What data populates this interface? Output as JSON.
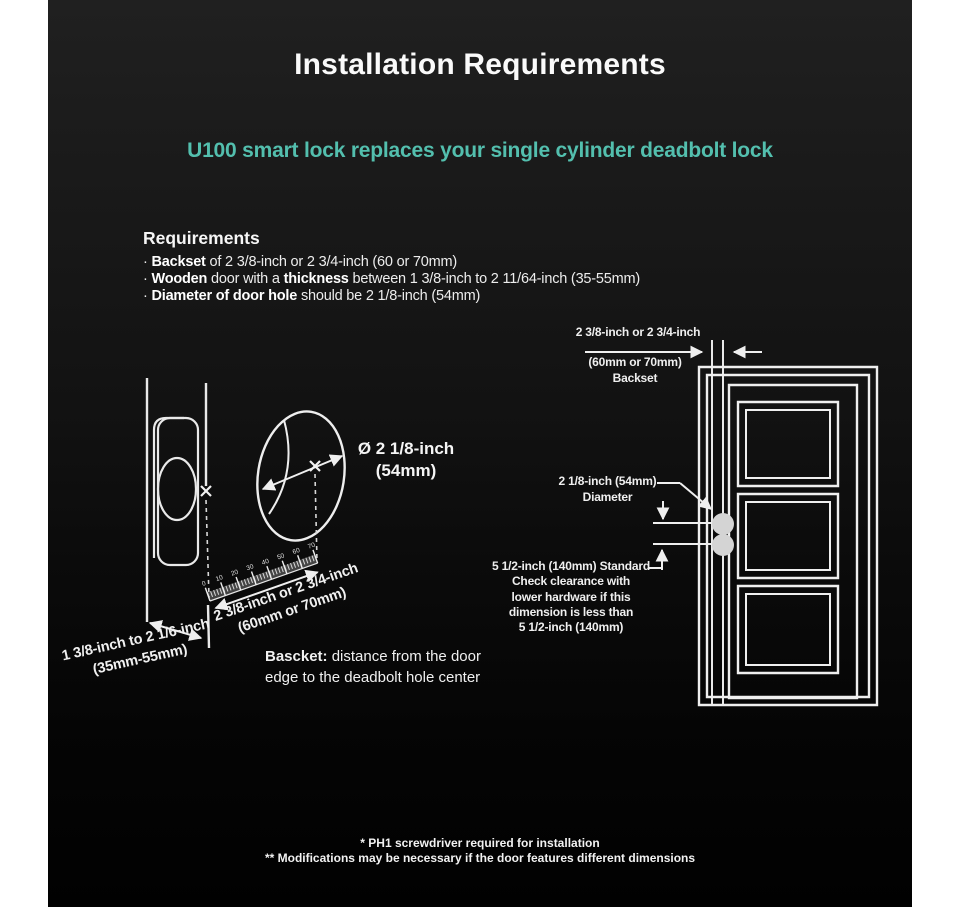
{
  "colors": {
    "page_background": "#ffffff",
    "canvas_background": "#121212",
    "accent_teal": "#53bfae",
    "line_white": "#efefef"
  },
  "header": {
    "title": "Installation Requirements",
    "subtitle": "U100 smart lock replaces your single cylinder deadbolt lock"
  },
  "requirements": {
    "heading": "Requirements",
    "items": [
      [
        "· ",
        "Backset",
        " of 2 3/8-inch or 2 3/4-inch (60 or 70mm)"
      ],
      [
        "· ",
        "Wooden",
        " door with a ",
        "thickness",
        " between 1 3/8-inch to 2 11/64-inch (35-55mm)"
      ],
      [
        "· ",
        "Diameter of door hole",
        " should be 2 1/8-inch (54mm)"
      ]
    ]
  },
  "left_diagram": {
    "hole_diameter_line1": "Ø 2 1/8-inch",
    "hole_diameter_line2": "(54mm)",
    "ruler_numbers": [
      "0",
      "10",
      "20",
      "30",
      "40",
      "50",
      "60",
      "70"
    ],
    "backset_label_line1": "2 3/8-inch or 2 3/4-inch",
    "backset_label_line2": "(60mm or 70mm)",
    "thickness_label_line1": "1 3/8-inch to 2 1/6-inch",
    "thickness_label_line2": "(35mm-55mm)",
    "caption_bold": "Bascket:",
    "caption_line1_rest": " distance from the door",
    "caption_line2": "edge to the deadbolt hole center"
  },
  "right_diagram": {
    "backset_top_label": "2 3/8-inch or 2 3/4-inch",
    "backset_sub_line1": "(60mm or 70mm)",
    "backset_sub_line2": "Backset",
    "diameter_label_line1": "2 1/8-inch (54mm)",
    "diameter_label_line2": "Diameter",
    "clearance_lines": [
      "5 1/2-inch (140mm) Standard",
      "Check clearance with",
      "lower hardware if this",
      "dimension is less than",
      "5 1/2-inch (140mm)"
    ]
  },
  "footnotes": {
    "line1": "* PH1 screwdriver required for installation",
    "line2": "** Modifications may be necessary if the door features different dimensions"
  }
}
